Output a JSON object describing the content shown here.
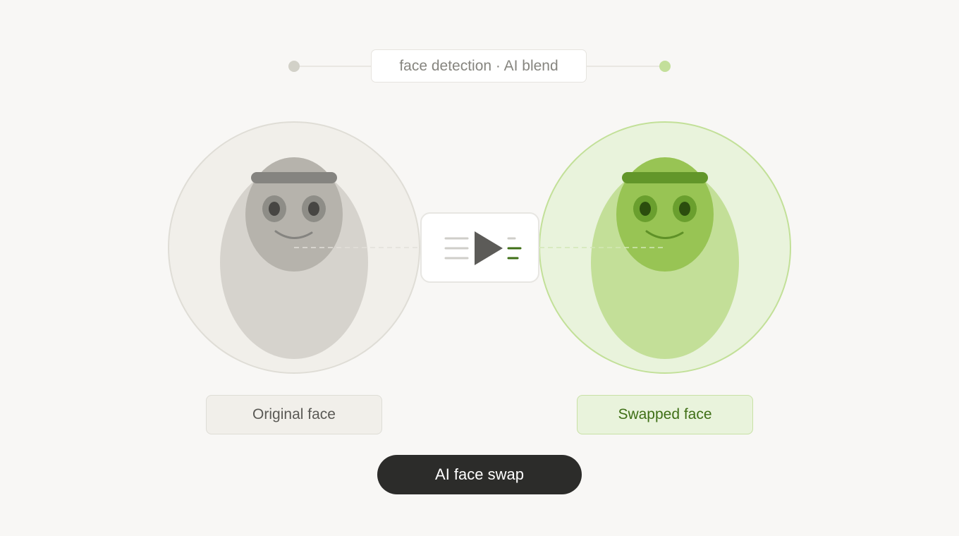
{
  "caption": "face detection · AI blend",
  "original_label": "Original face",
  "swapped_label": "Swapped face",
  "action_button": "AI face swap",
  "icons": {
    "original": "neutral-face-avatar-icon",
    "swapped": "green-face-avatar-icon",
    "process": "play-transform-icon"
  },
  "colors": {
    "background": "#f8f7f5",
    "original_fill": "#f1efea",
    "original_stroke": "#dfddd6",
    "swapped_fill": "#e9f3dc",
    "swapped_stroke": "#c2e098",
    "button_bg": "#2c2c2a",
    "accent_green": "#3f6f16"
  }
}
